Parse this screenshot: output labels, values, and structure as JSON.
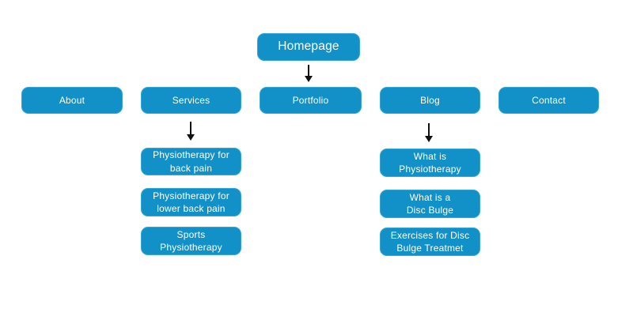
{
  "colors": {
    "node_fill": "#1191c7",
    "node_border": "#34a7d6",
    "node_text": "#ffffff",
    "arrow": "#111111",
    "background": "#ffffff"
  },
  "sitemap": {
    "root": {
      "label": "Homepage"
    },
    "nav": [
      {
        "label": "About"
      },
      {
        "label": "Services"
      },
      {
        "label": "Portfolio"
      },
      {
        "label": "Blog"
      },
      {
        "label": "Contact"
      }
    ],
    "services_children": [
      {
        "line1": "Physiotherapy for",
        "line2": "back pain"
      },
      {
        "line1": "Physiotherapy for",
        "line2": "lower back pain"
      },
      {
        "line1": "Sports",
        "line2": "Physiotherapy"
      }
    ],
    "blog_children": [
      {
        "line1": "What is",
        "line2": "Physiotherapy"
      },
      {
        "line1": "What is a",
        "line2": "Disc Bulge"
      },
      {
        "line1": "Exercises for Disc",
        "line2": "Bulge Treatmet"
      }
    ]
  }
}
